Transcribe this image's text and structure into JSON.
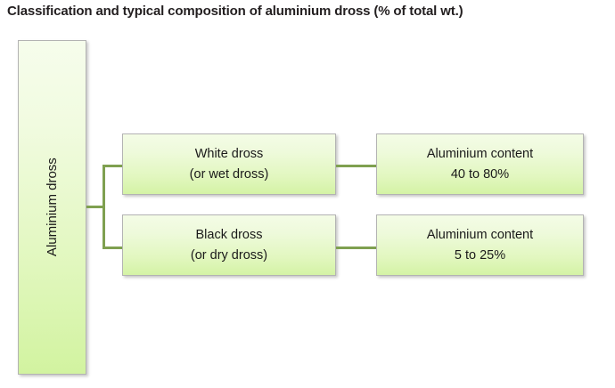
{
  "title": "Classification and typical composition of aluminium dross (% of total wt.)",
  "colors": {
    "connector": "#7fa050",
    "box_border": "#b3b3b3",
    "box_fill_top": "#f4fce6",
    "box_fill_bottom": "#d4f3a5",
    "text": "#1a1a1a",
    "title_text": "#231f20",
    "background": "#ffffff"
  },
  "diagram_data": {
    "type": "tree",
    "orientation": "left-to-right",
    "root": {
      "label": "Aluminium dross",
      "text_orientation": "vertical-bottom-to-top"
    },
    "branches": [
      {
        "category": {
          "line1": "White dross",
          "line2": "(or wet dross)"
        },
        "property": {
          "line1": "Aluminium content",
          "line2": "40 to 80%"
        },
        "aluminium_content_min_pct": 40,
        "aluminium_content_max_pct": 80
      },
      {
        "category": {
          "line1": "Black dross",
          "line2": "(or dry dross)"
        },
        "property": {
          "line1": "Aluminium content",
          "line2": "5 to 25%"
        },
        "aluminium_content_min_pct": 5,
        "aluminium_content_max_pct": 25
      }
    ]
  }
}
